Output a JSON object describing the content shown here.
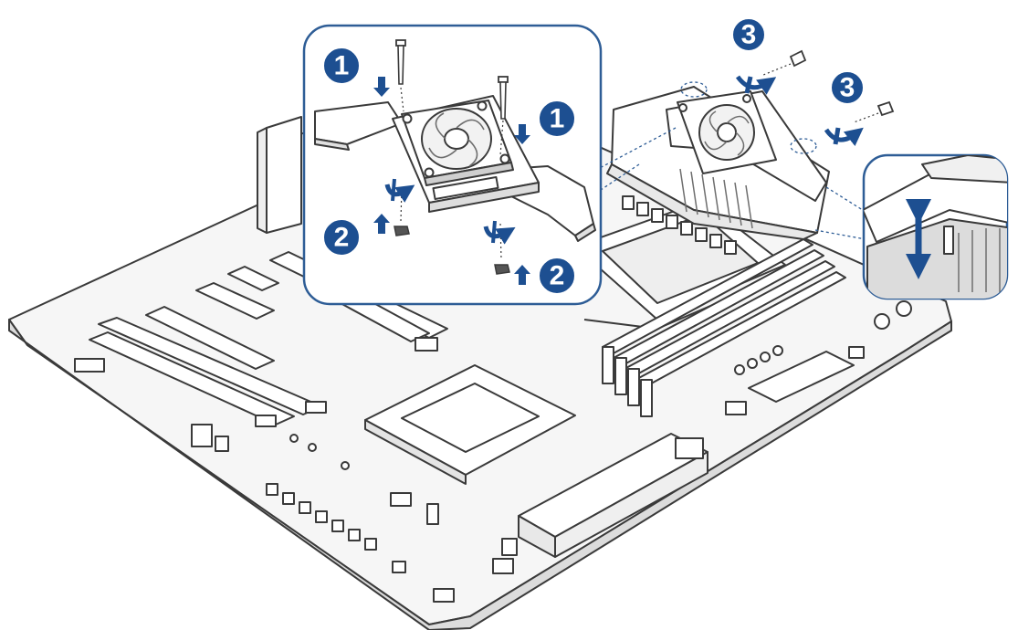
{
  "colors": {
    "line": "#3a3a3a",
    "board_fill": "#f6f6f6",
    "part_fill": "#ffffff",
    "shade": "#dcdcdc",
    "dark": "#6e6e6e",
    "accent_blue": "#1d4f91",
    "callout_border": "#2e5d96",
    "guide": "#2e5d96"
  },
  "icons": [
    "screw-icon",
    "nut-icon",
    "rotate-arrow-icon",
    "down-arrow-icon",
    "up-arrow-icon",
    "double-arrow-icon"
  ],
  "steps": {
    "inset_screw_left": "1",
    "inset_screw_right": "1",
    "inset_nut_left": "2",
    "inset_nut_right": "2",
    "board_screw_top": "3",
    "board_screw_right": "3"
  }
}
